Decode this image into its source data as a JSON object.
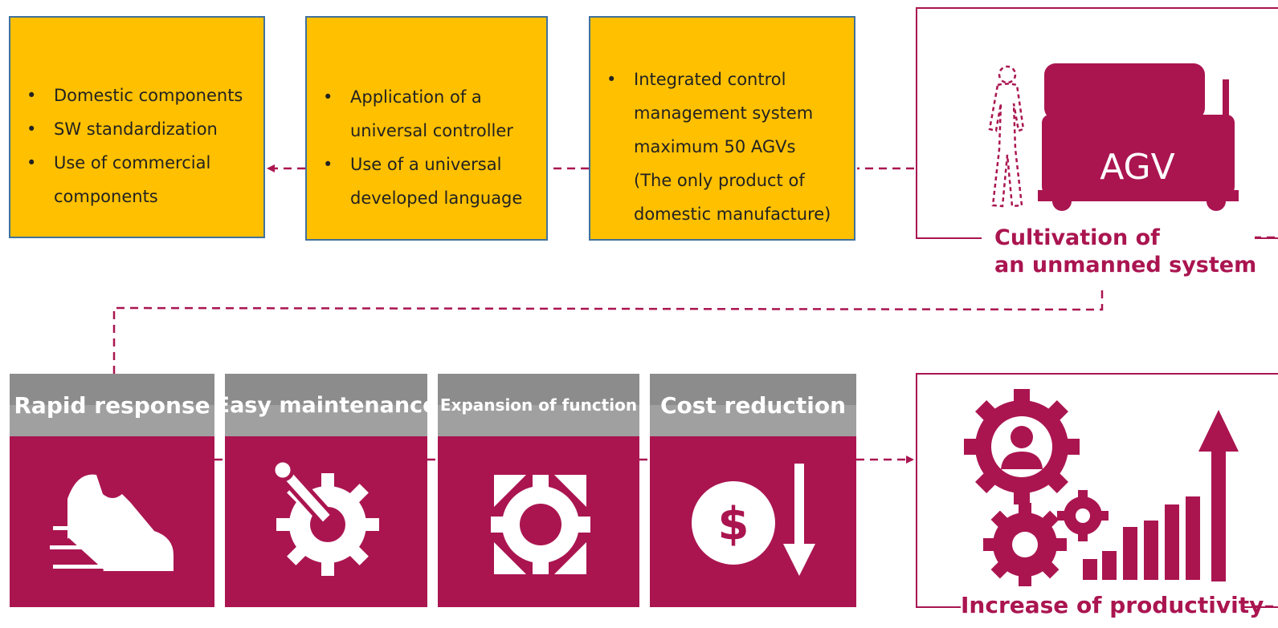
{
  "colors": {
    "accent": "#aa1550",
    "box_fill": "#ffc000",
    "box_border": "#41719c",
    "header_gray": "#8c8c8c"
  },
  "top_boxes": [
    {
      "items": [
        {
          "lines": [
            "Domestic components"
          ]
        },
        {
          "lines": [
            "SW standardization"
          ]
        },
        {
          "lines": [
            "Use of commercial",
            "components"
          ]
        }
      ]
    },
    {
      "items": [
        {
          "lines": [
            "Application of a",
            "universal controller"
          ]
        },
        {
          "lines": [
            "Use of a universal",
            "developed language"
          ]
        }
      ]
    },
    {
      "items": [
        {
          "lines": [
            "Integrated control",
            "management system",
            "maximum 50 AGVs",
            "(The only product of",
            "domestic manufacture)"
          ]
        }
      ]
    }
  ],
  "agv_panel": {
    "vehicle_label": "AGV",
    "caption_line1": "Cultivation of",
    "caption_line2": "an unmanned system",
    "icons": [
      "person-outline-icon",
      "agv-vehicle-icon"
    ]
  },
  "features": [
    {
      "title": "Rapid response",
      "icon": "shoe-speed-icon"
    },
    {
      "title": "Easy maintenance",
      "icon": "wrench-gear-icon"
    },
    {
      "title": "Expansion of function",
      "icon": "gear-expand-icon"
    },
    {
      "title": "Cost reduction",
      "icon": "dollar-down-icon"
    }
  ],
  "productivity_panel": {
    "caption": "Increase of productivity",
    "icons": [
      "person-gear-icon",
      "gears-icon",
      "bar-growth-icon",
      "up-arrow-icon"
    ]
  }
}
